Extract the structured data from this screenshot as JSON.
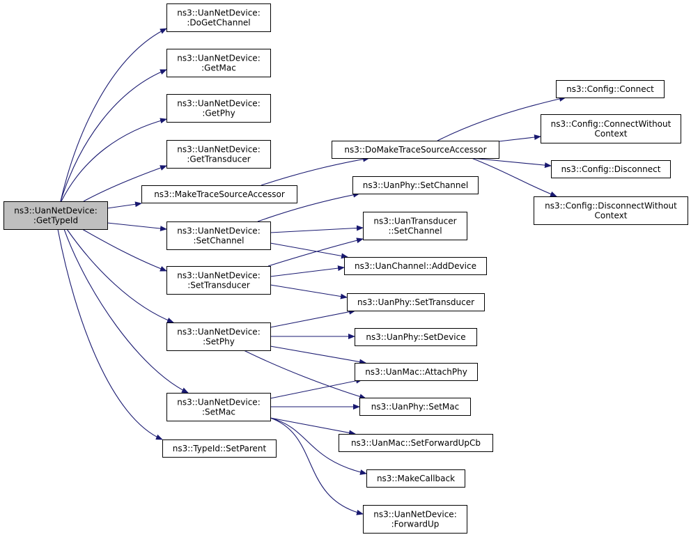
{
  "graph": {
    "edge_color": "#191970",
    "node_fill": "#ffffff",
    "root_fill": "#bfbfbf",
    "nodes": [
      {
        "id": "gettypeid",
        "lines": [
          "ns3::UanNetDevice:",
          ":GetTypeId"
        ],
        "root": true
      },
      {
        "id": "dogetchannel",
        "lines": [
          "ns3::UanNetDevice:",
          ":DoGetChannel"
        ]
      },
      {
        "id": "getmac",
        "lines": [
          "ns3::UanNetDevice:",
          ":GetMac"
        ]
      },
      {
        "id": "getphy",
        "lines": [
          "ns3::UanNetDevice:",
          ":GetPhy"
        ]
      },
      {
        "id": "gettransducer",
        "lines": [
          "ns3::UanNetDevice:",
          ":GetTransducer"
        ]
      },
      {
        "id": "maketrace",
        "lines": [
          "ns3::MakeTraceSourceAccessor"
        ]
      },
      {
        "id": "setchannel",
        "lines": [
          "ns3::UanNetDevice:",
          ":SetChannel"
        ]
      },
      {
        "id": "settransducer",
        "lines": [
          "ns3::UanNetDevice:",
          ":SetTransducer"
        ]
      },
      {
        "id": "setphy",
        "lines": [
          "ns3::UanNetDevice:",
          ":SetPhy"
        ]
      },
      {
        "id": "setmac",
        "lines": [
          "ns3::UanNetDevice:",
          ":SetMac"
        ]
      },
      {
        "id": "setparent",
        "lines": [
          "ns3::TypeId::SetParent"
        ]
      },
      {
        "id": "domaketrace",
        "lines": [
          "ns3::DoMakeTraceSourceAccessor"
        ]
      },
      {
        "id": "uanphy-setchannel",
        "lines": [
          "ns3::UanPhy::SetChannel"
        ]
      },
      {
        "id": "uantrans-setchannel",
        "lines": [
          "ns3::UanTransducer",
          "::SetChannel"
        ]
      },
      {
        "id": "addevice",
        "lines": [
          "ns3::UanChannel::AddDevice"
        ]
      },
      {
        "id": "uanphy-settransducer",
        "lines": [
          "ns3::UanPhy::SetTransducer"
        ]
      },
      {
        "id": "uanphy-setdevice",
        "lines": [
          "ns3::UanPhy::SetDevice"
        ]
      },
      {
        "id": "attachphy",
        "lines": [
          "ns3::UanMac::AttachPhy"
        ]
      },
      {
        "id": "uanphy-setmac",
        "lines": [
          "ns3::UanPhy::SetMac"
        ]
      },
      {
        "id": "setforwardupcb",
        "lines": [
          "ns3::UanMac::SetForwardUpCb"
        ]
      },
      {
        "id": "makecallback",
        "lines": [
          "ns3::MakeCallback"
        ]
      },
      {
        "id": "forwardup",
        "lines": [
          "ns3::UanNetDevice:",
          ":ForwardUp"
        ]
      },
      {
        "id": "config-connect",
        "lines": [
          "ns3::Config::Connect"
        ]
      },
      {
        "id": "config-connectwithout",
        "lines": [
          "ns3::Config::ConnectWithout",
          "Context"
        ]
      },
      {
        "id": "config-disconnect",
        "lines": [
          "ns3::Config::Disconnect"
        ]
      },
      {
        "id": "config-disconnectwithout",
        "lines": [
          "ns3::Config::DisconnectWithout",
          "Context"
        ]
      }
    ],
    "edges": [
      [
        "gettypeid",
        "dogetchannel"
      ],
      [
        "gettypeid",
        "getmac"
      ],
      [
        "gettypeid",
        "getphy"
      ],
      [
        "gettypeid",
        "gettransducer"
      ],
      [
        "gettypeid",
        "maketrace"
      ],
      [
        "gettypeid",
        "setchannel"
      ],
      [
        "gettypeid",
        "settransducer"
      ],
      [
        "gettypeid",
        "setphy"
      ],
      [
        "gettypeid",
        "setmac"
      ],
      [
        "gettypeid",
        "setparent"
      ],
      [
        "maketrace",
        "domaketrace"
      ],
      [
        "domaketrace",
        "config-connect"
      ],
      [
        "domaketrace",
        "config-connectwithout"
      ],
      [
        "domaketrace",
        "config-disconnect"
      ],
      [
        "domaketrace",
        "config-disconnectwithout"
      ],
      [
        "setchannel",
        "uanphy-setchannel"
      ],
      [
        "setchannel",
        "uantrans-setchannel"
      ],
      [
        "setchannel",
        "addevice"
      ],
      [
        "settransducer",
        "uantrans-setchannel"
      ],
      [
        "settransducer",
        "addevice"
      ],
      [
        "settransducer",
        "uanphy-settransducer"
      ],
      [
        "setphy",
        "uanphy-settransducer"
      ],
      [
        "setphy",
        "uanphy-setdevice"
      ],
      [
        "setphy",
        "attachphy"
      ],
      [
        "setphy",
        "uanphy-setmac"
      ],
      [
        "setmac",
        "attachphy"
      ],
      [
        "setmac",
        "uanphy-setmac"
      ],
      [
        "setmac",
        "setforwardupcb"
      ],
      [
        "setmac",
        "makecallback"
      ],
      [
        "setmac",
        "forwardup"
      ]
    ]
  }
}
